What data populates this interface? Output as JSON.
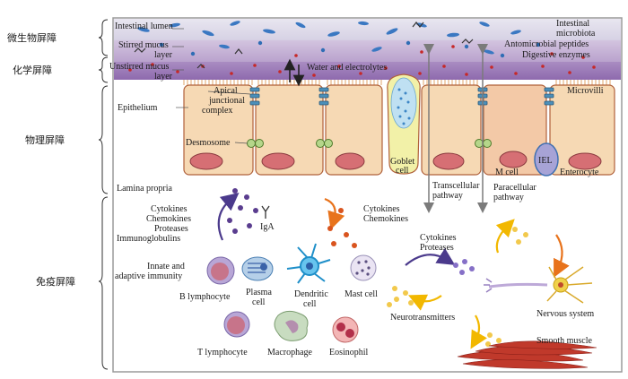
{
  "barriers": [
    {
      "key": "microbial",
      "label": "微生物屏障"
    },
    {
      "key": "chemical",
      "label": "化学屏障"
    },
    {
      "key": "physical",
      "label": "物理屏障"
    },
    {
      "key": "immune",
      "label": "免疫屏障"
    }
  ],
  "layers": {
    "lumen": "Intestinal lumen",
    "stirred1": "Stirred mucus",
    "stirred2": "layer",
    "unstirred1": "Unstirred mucus",
    "unstirred2": "layer",
    "epithelium": "Epithelium",
    "lamina": "Lamina propria"
  },
  "right_labels": {
    "microbiota1": "Intestinal",
    "microbiota2": "microbiota",
    "amp": "Antomicrobial peptides",
    "enzymes": "Digestive enzymes",
    "microvilli": "Microvilli"
  },
  "epithelium": {
    "water": "Water and electrolytes",
    "apical1": "Apical",
    "apical2": "junctional",
    "apical3": "complex",
    "desmosome": "Desmosome",
    "goblet1": "Goblet",
    "goblet2": "cell",
    "transcellular1": "Transcellular",
    "transcellular2": "pathway",
    "paracellular1": "Paracellular",
    "paracellular2": "pathway",
    "mcell": "M cell",
    "iel": "IEL",
    "enterocyte": "Enterocyte"
  },
  "immune": {
    "cytokines": "Cytokines",
    "chemokines": "Chemokines",
    "proteases": "Proteases",
    "immunoglobulins": "Immunoglobulins",
    "iga": "IgA",
    "cytokines2": "Cytokines",
    "chemokines2": "Chemokines",
    "innate1": "Innate and",
    "innate2": "adaptive immunity",
    "cytokines3": "Cytokines",
    "proteases3": "Proteases",
    "neurotransmitters": "Neurotransmitters",
    "b_lymphocyte": "B lymphocyte",
    "plasma1": "Plasma",
    "plasma2": "cell",
    "dendritic1": "Dendritic",
    "dendritic2": "cell",
    "mast": "Mast cell",
    "t_lymphocyte": "T lymphocyte",
    "macrophage": "Macrophage",
    "eosinophil": "Eosinophil",
    "nervous": "Nervous system",
    "smooth": "Smooth muscle"
  },
  "colors": {
    "lumen": "#dedbe9",
    "stirred": "#cbb8d9",
    "unstirred": "#a888c0",
    "cell": "#f6d9b4",
    "cell_border": "#b0613b",
    "nucleus": "#d66f74",
    "bacteria": "#3a78c2",
    "red_dot": "#c62828",
    "purple_dot": "#6b4ea0",
    "orange_dot": "#f08a24",
    "yellow_dot": "#f2c94c",
    "goblet": "#f2f1a8",
    "muscle": "#c0392b",
    "arrow_gray": "#7b7b7b"
  }
}
